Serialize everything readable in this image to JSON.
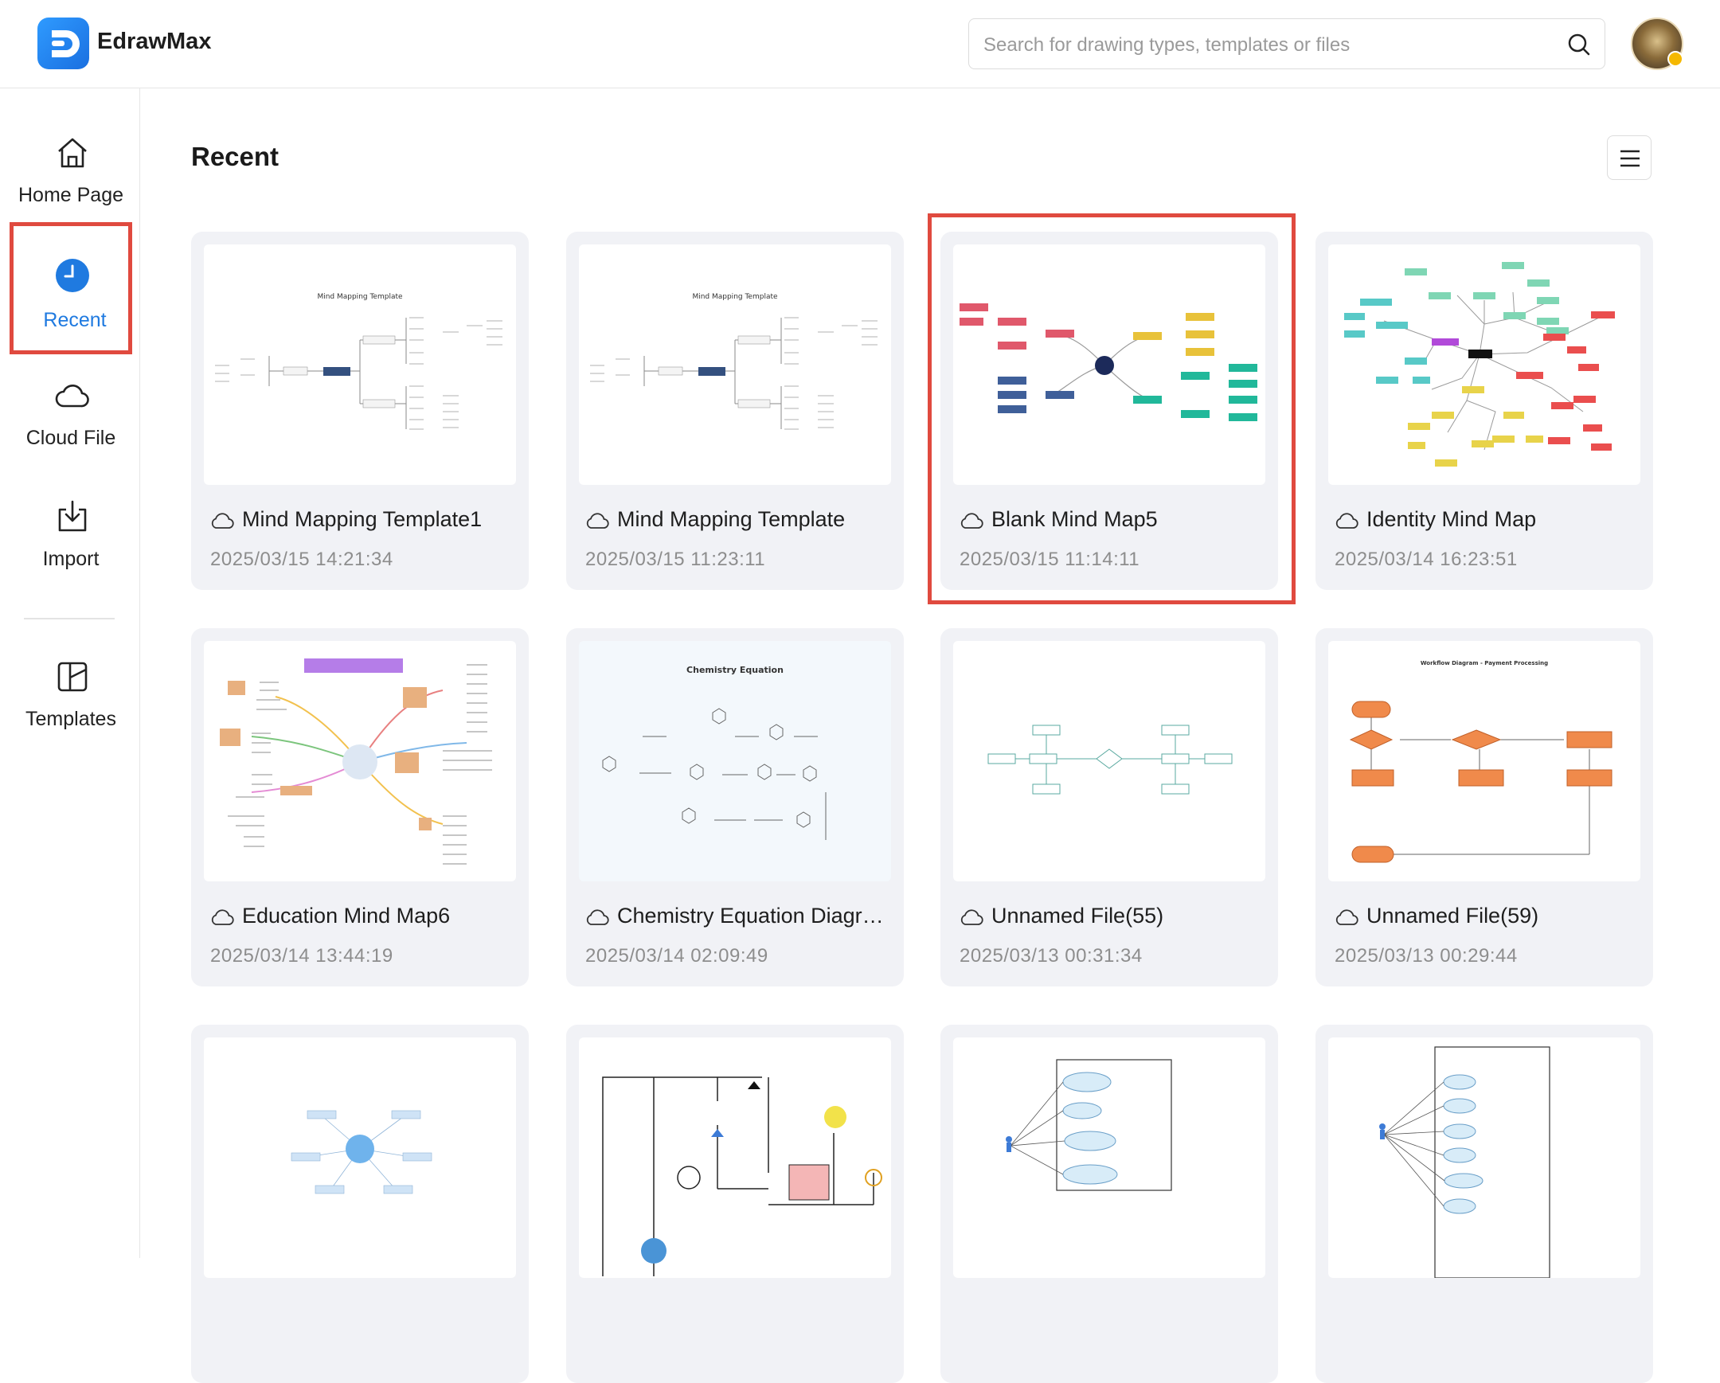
{
  "app": {
    "name": "EdrawMax"
  },
  "search": {
    "placeholder": "Search for drawing types, templates or files"
  },
  "sidebar": {
    "items": [
      {
        "label": "Home Page",
        "icon": "home-icon"
      },
      {
        "label": "Recent",
        "icon": "clock-icon",
        "active": true
      },
      {
        "label": "Cloud File",
        "icon": "cloud-icon"
      },
      {
        "label": "Import",
        "icon": "import-icon"
      },
      {
        "label": "Templates",
        "icon": "templates-icon"
      }
    ]
  },
  "main": {
    "title": "Recent",
    "files": [
      {
        "name": "Mind Mapping Template1",
        "date": "2025/03/15 14:21:34",
        "thumb": "mindmap-blue-tree",
        "thumb_title": "Mind Mapping Template"
      },
      {
        "name": "Mind Mapping Template",
        "date": "2025/03/15 11:23:11",
        "thumb": "mindmap-blue-tree",
        "thumb_title": "Mind Mapping Template"
      },
      {
        "name": "Blank Mind Map5",
        "date": "2025/03/15 11:14:11",
        "thumb": "mindmap-colored",
        "highlighted": true
      },
      {
        "name": "Identity Mind Map",
        "date": "2025/03/14 16:23:51",
        "thumb": "mindmap-identity"
      },
      {
        "name": "Education Mind Map6",
        "date": "2025/03/14 13:44:19",
        "thumb": "mindmap-education"
      },
      {
        "name": "Chemistry Equation Diagra...",
        "date": "2025/03/14 02:09:49",
        "thumb": "chemistry",
        "thumb_title": "Chemistry Equation"
      },
      {
        "name": "Unnamed File(55)",
        "date": "2025/03/13 00:31:34",
        "thumb": "er-diagram"
      },
      {
        "name": "Unnamed File(59)",
        "date": "2025/03/13 00:29:44",
        "thumb": "workflow",
        "thumb_title": "Workflow Diagram - Payment Processing"
      },
      {
        "name": "",
        "date": "",
        "thumb": "mindmap-radial"
      },
      {
        "name": "",
        "date": "",
        "thumb": "circuit"
      },
      {
        "name": "",
        "date": "",
        "thumb": "usecase-1"
      },
      {
        "name": "",
        "date": "",
        "thumb": "usecase-2"
      }
    ]
  },
  "colors": {
    "accent": "#1f7ae0",
    "highlight": "#e04a3f",
    "card_bg": "#f1f2f6"
  }
}
